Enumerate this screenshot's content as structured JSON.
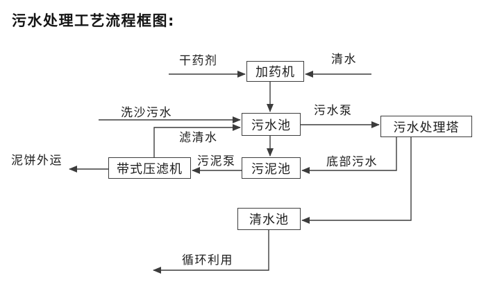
{
  "title": "污水处理工艺流程框图:",
  "nodes": {
    "dosing_machine": "加药机",
    "sewage_pool": "污水池",
    "treatment_tower": "污水处理塔",
    "belt_filter_press": "带式压滤机",
    "sludge_pool": "污泥池",
    "clean_water_pool": "清水池"
  },
  "flow_labels": {
    "dry_agent": "干药剂",
    "clean_water": "清水",
    "sand_washing_sewage": "洗沙污水",
    "filtered_water": "滤清水",
    "sewage_pump": "污水泵",
    "bottom_sewage": "底部污水",
    "sludge_pump": "污泥泵",
    "mud_cake_outbound": "泥饼外运",
    "recycling": "循环利用"
  },
  "edges": [
    {
      "from": "干药剂(外部)",
      "to": "加药机",
      "label": "干药剂"
    },
    {
      "from": "清水(外部)",
      "to": "加药机",
      "label": "清水"
    },
    {
      "from": "加药机",
      "to": "污水池",
      "label": ""
    },
    {
      "from": "洗沙污水(外部)",
      "to": "污水池",
      "label": "洗沙污水"
    },
    {
      "from": "带式压滤机",
      "to": "污水池",
      "label": "滤清水"
    },
    {
      "from": "污水池",
      "to": "污水处理塔",
      "label": "污水泵"
    },
    {
      "from": "污水池",
      "to": "污泥池",
      "label": ""
    },
    {
      "from": "污水处理塔",
      "to": "污泥池",
      "label": "底部污水"
    },
    {
      "from": "污水处理塔",
      "to": "清水池",
      "label": ""
    },
    {
      "from": "污泥池",
      "to": "带式压滤机",
      "label": "污泥泵"
    },
    {
      "from": "带式压滤机",
      "to": "外运",
      "label": "泥饼外运"
    },
    {
      "from": "清水池",
      "to": "回用",
      "label": "循环利用"
    }
  ],
  "colors": {
    "line": "#3c3c3c",
    "text": "#1c1c1c",
    "node_fill": "#ffffff",
    "background": "#ffffff"
  }
}
